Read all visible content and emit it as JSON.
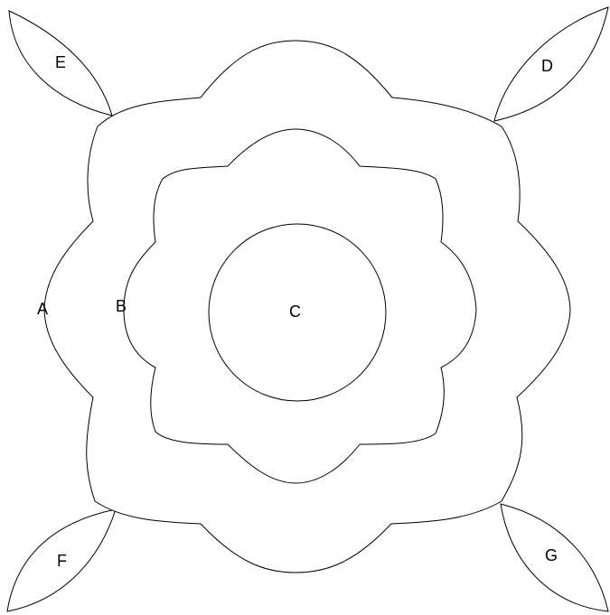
{
  "labels": {
    "a": "A",
    "b": "B",
    "c": "C",
    "d": "D",
    "e": "E",
    "f": "F",
    "g": "G"
  },
  "colors": {
    "stroke": "#000000",
    "fill": "#ffffff",
    "background": "#ffffff"
  }
}
